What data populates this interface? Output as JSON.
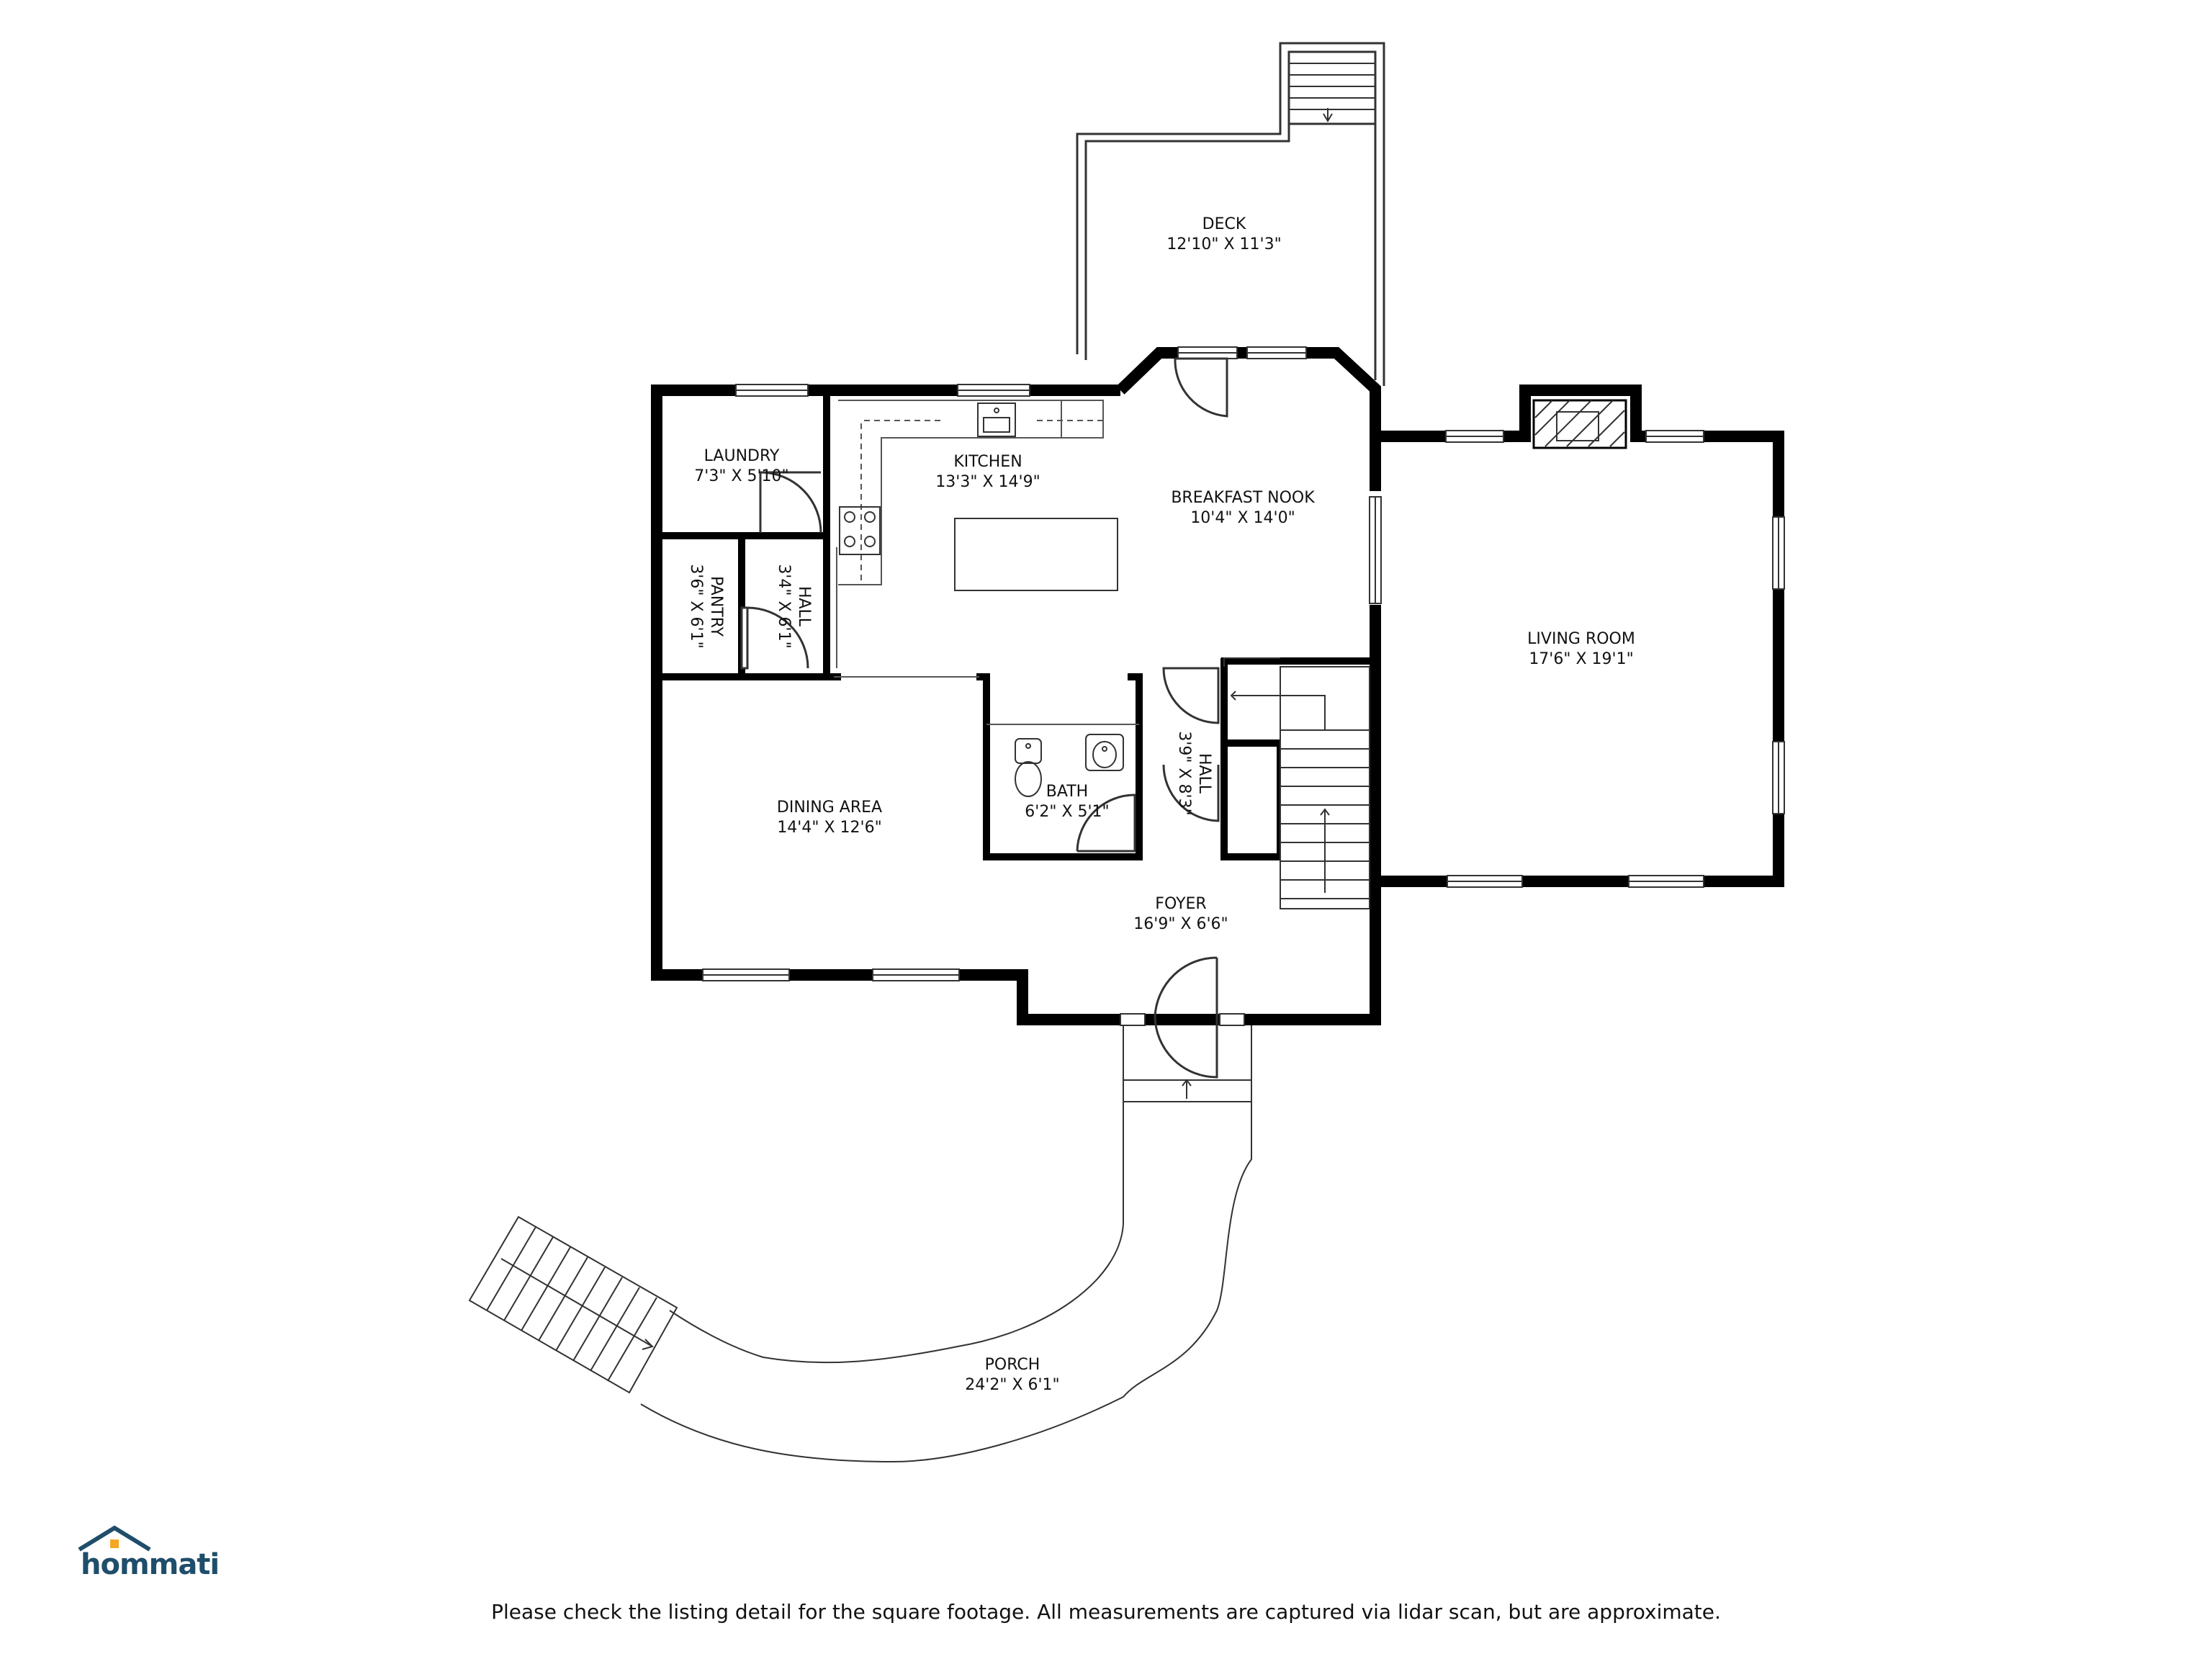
{
  "rooms": {
    "deck": {
      "name": "DECK",
      "dims": "12'10\" X 11'3\""
    },
    "laundry": {
      "name": "LAUNDRY",
      "dims": "7'3\" X 5'10\""
    },
    "kitchen": {
      "name": "KITCHEN",
      "dims": "13'3\" X 14'9\""
    },
    "breakfast_nook": {
      "name": "BREAKFAST NOOK",
      "dims": "10'4\" X 14'0\""
    },
    "living_room": {
      "name": "LIVING ROOM",
      "dims": "17'6\" X 19'1\""
    },
    "pantry": {
      "name": "PANTRY",
      "dims": "3'6\" X 6'1\""
    },
    "hall_upper": {
      "name": "HALL",
      "dims": "3'4\" X 6'1\""
    },
    "hall_lower": {
      "name": "HALL",
      "dims": "3'9\" X 8'3\""
    },
    "dining_area": {
      "name": "DINING AREA",
      "dims": "14'4\" X 12'6\""
    },
    "bath": {
      "name": "BATH",
      "dims": "6'2\" X 5'1\""
    },
    "foyer": {
      "name": "FOYER",
      "dims": "16'9\" X 6'6\""
    },
    "porch": {
      "name": "PORCH",
      "dims": "24'2\" X 6'1\""
    }
  },
  "disclaimer": "Please check the listing detail for the square footage. All measurements are captured via lidar scan, but are approximate.",
  "logo": {
    "word": "hommati",
    "icon": "house-icon",
    "color": "#1f4e6b",
    "accent": "#f5a623"
  },
  "colors": {
    "wall": "#000000",
    "line": "#333333"
  }
}
